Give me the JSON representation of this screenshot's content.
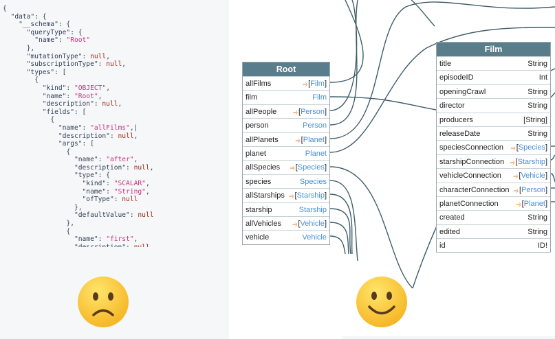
{
  "left_panel": {
    "code_lines": [
      "{",
      "  \"data\": {",
      "    \"__schema\": {",
      "      \"queryType\": {",
      "        \"name\": \"Root\"",
      "      },",
      "      \"mutationType\": null,",
      "      \"subscriptionType\": null,",
      "      \"types\": [",
      "        {",
      "          \"kind\": \"OBJECT\",",
      "          \"name\": \"Root\",",
      "          \"description\": null,",
      "          \"fields\": [",
      "            {",
      "              \"name\": \"allFilms\",|",
      "              \"description\": null,",
      "              \"args\": [",
      "                {",
      "                  \"name\": \"after\",",
      "                  \"description\": null,",
      "                  \"type\": {",
      "                    \"kind\": \"SCALAR\",",
      "                    \"name\": \"String\",",
      "                    \"ofType\": null",
      "                  },",
      "                  \"defaultValue\": null",
      "                },",
      "                {",
      "                  \"name\": \"first\",",
      "                  \"description\": null"
    ],
    "emoji": "frowning-face"
  },
  "right_panel": {
    "emoji": "smiling-face",
    "root": {
      "title": "Root",
      "fields": [
        {
          "name": "allFilms",
          "type": "Film",
          "list": true
        },
        {
          "name": "film",
          "type": "Film",
          "list": false
        },
        {
          "name": "allPeople",
          "type": "Person",
          "list": true
        },
        {
          "name": "person",
          "type": "Person",
          "list": false
        },
        {
          "name": "allPlanets",
          "type": "Planet",
          "list": true
        },
        {
          "name": "planet",
          "type": "Planet",
          "list": false
        },
        {
          "name": "allSpecies",
          "type": "Species",
          "list": true
        },
        {
          "name": "species",
          "type": "Species",
          "list": false
        },
        {
          "name": "allStarships",
          "type": "Starship",
          "list": true
        },
        {
          "name": "starship",
          "type": "Starship",
          "list": false
        },
        {
          "name": "allVehicles",
          "type": "Vehicle",
          "list": true
        },
        {
          "name": "vehicle",
          "type": "Vehicle",
          "list": false
        }
      ]
    },
    "film": {
      "title": "Film",
      "fields": [
        {
          "name": "title",
          "type": "String",
          "scalar": true
        },
        {
          "name": "episodeID",
          "type": "Int",
          "scalar": true
        },
        {
          "name": "openingCrawl",
          "type": "String",
          "scalar": true
        },
        {
          "name": "director",
          "type": "String",
          "scalar": true
        },
        {
          "name": "producers",
          "type": "[String]",
          "scalar": true
        },
        {
          "name": "releaseDate",
          "type": "String",
          "scalar": true
        },
        {
          "name": "speciesConnection",
          "type": "Species",
          "list": true
        },
        {
          "name": "starshipConnection",
          "type": "Starship",
          "list": true
        },
        {
          "name": "vehicleConnection",
          "type": "Vehicle",
          "list": true
        },
        {
          "name": "characterConnection",
          "type": "Person",
          "list": true
        },
        {
          "name": "planetConnection",
          "type": "Planet",
          "list": true
        },
        {
          "name": "created",
          "type": "String",
          "scalar": true
        },
        {
          "name": "edited",
          "type": "String",
          "scalar": true
        },
        {
          "name": "id",
          "type": "ID!",
          "scalar": true
        }
      ]
    }
  },
  "colors": {
    "header": "#5a7d8c",
    "type": "#4a8fd8",
    "list_icon": "#e07b2e",
    "wire": "#3f5d68"
  }
}
